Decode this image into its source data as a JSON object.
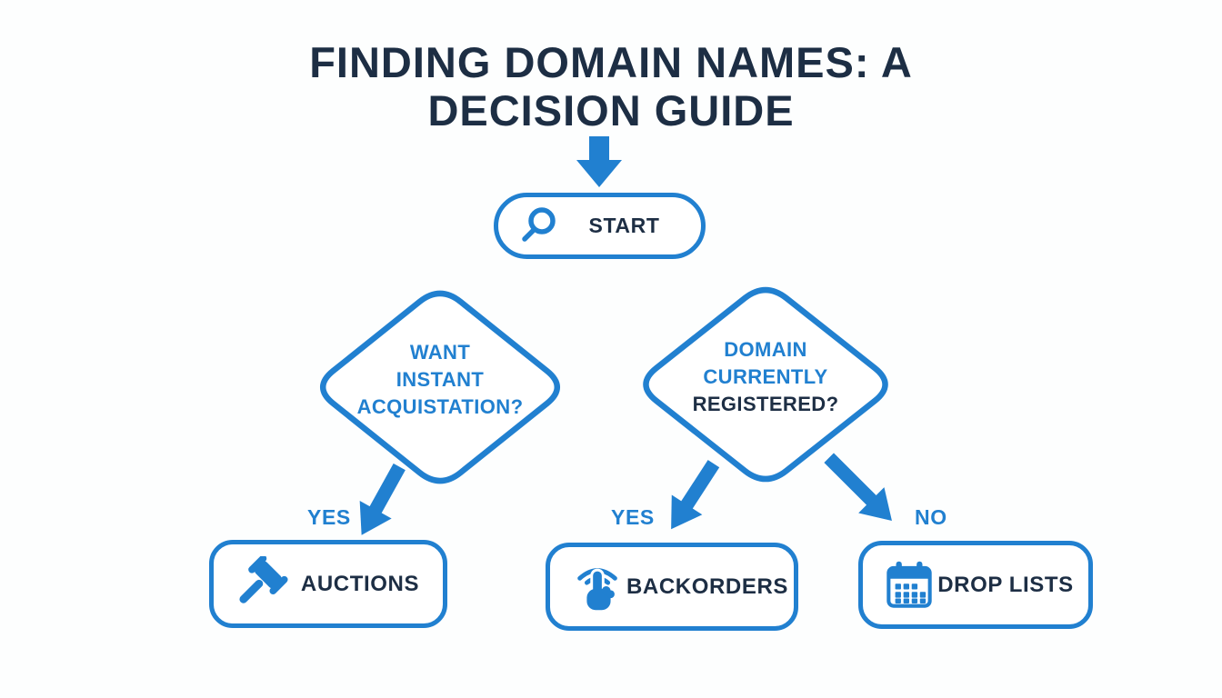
{
  "title": {
    "line1": "FINDING DOMAIN NAMES: A",
    "line2": "DECISION GUIDE"
  },
  "start_node": {
    "label": "START",
    "icon": "search-icon"
  },
  "decision_left": {
    "line1": "WANT",
    "line2": "INSTANT",
    "line3": "ACQUISTATION?"
  },
  "decision_right": {
    "line1": "DOMAIN",
    "line2": "CURRENTLY",
    "line3": "REGISTERED?"
  },
  "branches": {
    "left_yes": "YES",
    "middle_yes": "YES",
    "right_no": "NO"
  },
  "outcomes": [
    {
      "label": "AUCTIONS",
      "icon": "gavel-icon"
    },
    {
      "label": "BACKORDERS",
      "icon": "tap-icon"
    },
    {
      "label": "DROP LISTS",
      "icon": "calendar-icon"
    }
  ],
  "colors": {
    "accent_blue": "#2180D0",
    "navy_text": "#1D2E44",
    "background": "#FDFEFE"
  }
}
